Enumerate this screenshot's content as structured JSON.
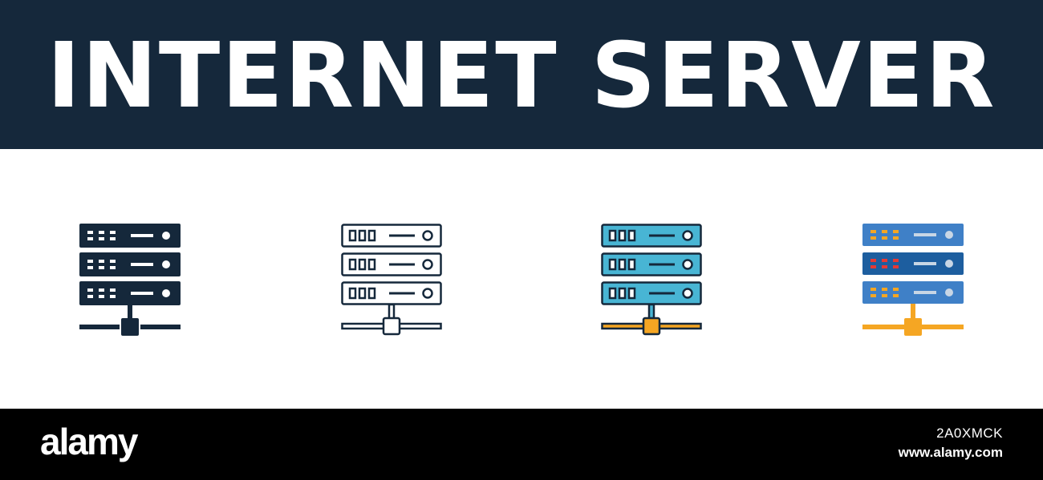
{
  "banner": {
    "title": "INTERNET SERVER"
  },
  "colors": {
    "banner_bg": "#15283b",
    "dark": "#15283b",
    "filled_blue": "#48b5d4",
    "connector_orange": "#f5a623",
    "flat_blue": "#3f80c7",
    "flat_dark_blue": "#1d5e9f",
    "flat_red": "#e53935"
  },
  "icons": [
    {
      "style": "glyph",
      "icon": "server-network-icon"
    },
    {
      "style": "outline",
      "icon": "server-network-icon"
    },
    {
      "style": "filled",
      "icon": "server-network-icon"
    },
    {
      "style": "flat",
      "icon": "server-network-icon"
    }
  ],
  "footer": {
    "logo": "alamy",
    "image_id": "2A0XMCK",
    "url": "www.alamy.com"
  }
}
